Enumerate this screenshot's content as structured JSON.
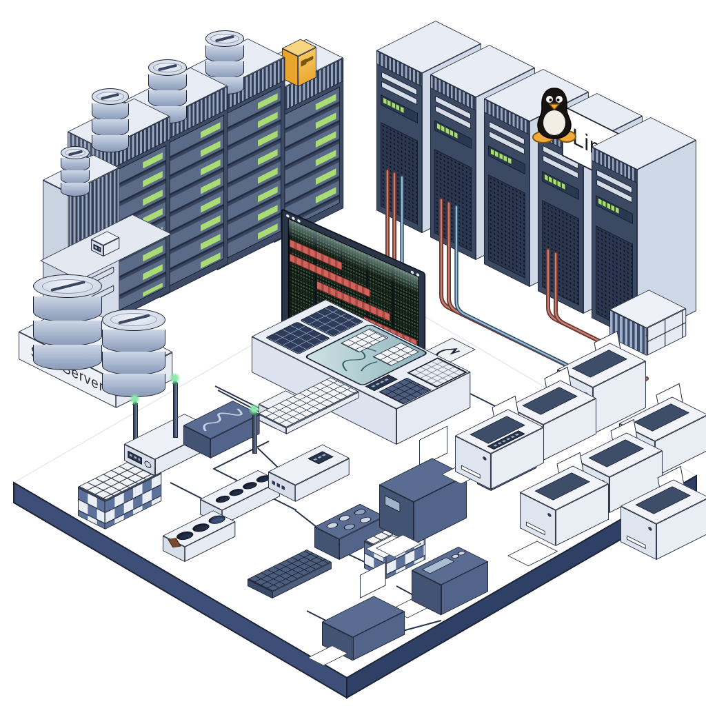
{
  "scene": {
    "description": "Isometric illustration of a data center room: server racks, SQL Server database platform, Linux rack row with Tux mascot, central alert monitoring console, network devices and a printer farm on an isometric floor tile.",
    "labels": {
      "linux_sign": "Linux",
      "sql_server": "SQL Server"
    },
    "palette": {
      "outline": "#1c2433",
      "floor_edge_blue": "#3d4f78",
      "rack_side_light": "#c9d3e2",
      "rack_top_light": "#e8ecf4",
      "rack_front_dark": "#3a4760",
      "led_green": "#a9dc72",
      "screen_background": "#142019",
      "alert_red": "#c2574f",
      "glare_teal": "#bfe0da",
      "console_teal": "#a8cdd0",
      "device_steel_blue": "#46587a",
      "device_light": "#e2e7f0",
      "cable_red_outer": "#6d352e",
      "cable_red_inner": "#c08272",
      "cable_blue_outer": "#33506b",
      "cable_blue_inner": "#9fc0d4",
      "brick_blue": "#5d729b",
      "storage_box_yellow": "#f2b844",
      "tux_orange": "#f2a93b",
      "paper_white": "#ffffff"
    },
    "inventory": {
      "server_racks_total": 10,
      "server_racks_left_row": 5,
      "server_racks_right_row": 5,
      "database_cylinder_stacks": 6,
      "monitoring_alert_screen": 1,
      "alert_rows_on_screen": 5,
      "control_console": 1,
      "keyboards": 2,
      "printers_total": 10,
      "printer_cluster_white": 7,
      "printers_dark": 3,
      "firewall_brick_blocks": 2,
      "routers_with_antenna": 2,
      "signal_wave_box": 1,
      "power_strips": 2,
      "knob_panel": 1,
      "patch_panel_block": 1,
      "antennas": 3,
      "storage_box_yellow": 1,
      "penguin_mascot": 1,
      "red_cable_bundles": 3,
      "blue_cables": 2,
      "floor_network_links": 14
    }
  }
}
